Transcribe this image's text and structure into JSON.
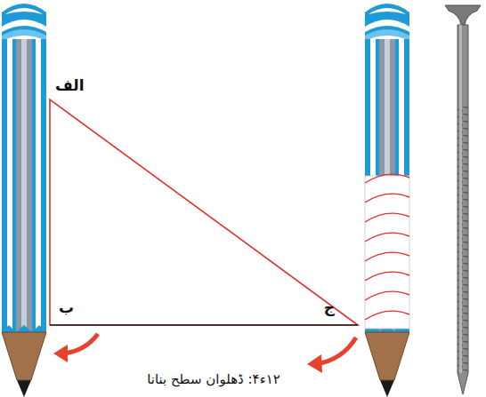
{
  "diagram": {
    "caption": "۱۲ء۴: ڈھلوان سطح بنانا",
    "labels": [
      "الف",
      "ب",
      "ج"
    ]
  }
}
